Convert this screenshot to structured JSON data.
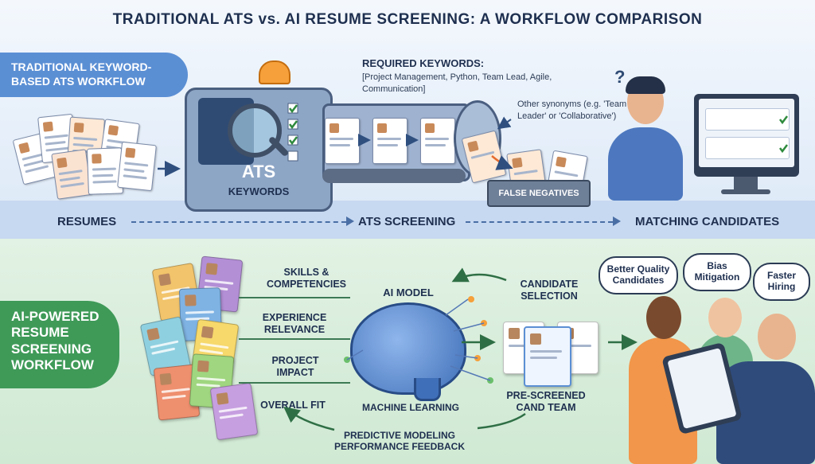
{
  "title": "TRADITIONAL ATS vs. AI RESUME SCREENING: A WORKFLOW COMPARISON",
  "traditional": {
    "section_label": "TRADITIONAL KEYWORD-BASED ATS WORKFLOW",
    "machine_label": "ATS",
    "machine_sublabel": "KEYWORDS",
    "keywords_title": "REQUIRED KEYWORDS:",
    "keywords_list": "[Project Management, Python, Team Lead, Agile, Communication]",
    "synonyms_note": "Other synonyms (e.g. 'Team Leader' or 'Collaborative')",
    "rejected_tray": "FALSE NEGATIVES",
    "stages": [
      "RESUMES",
      "ATS SCREENING",
      "MATCHING CANDIDATES"
    ]
  },
  "ai": {
    "section_label": "AI-POWERED RESUME SCREENING WORKFLOW",
    "criteria": [
      "SKILLS & COMPETENCIES",
      "EXPERIENCE RELEVANCE",
      "PROJECT IMPACT",
      "OVERALL FIT"
    ],
    "model_label": "AI MODEL",
    "ml_label": "MACHINE LEARNING",
    "candidate_selection": "CANDIDATE SELECTION",
    "prescreened": "PRE-SCREENED CAND TEAM",
    "feedback": "PREDICTIVE MODELING PERFORMANCE FEEDBACK",
    "benefits": [
      "Better Quality Candidates",
      "Bias Mitigation",
      "Faster Hiring"
    ]
  },
  "colors": {
    "traditional_accent": "#5b8fd4",
    "ai_accent": "#3f9a58",
    "title_text": "#1e2f4f"
  },
  "icons": [
    "magnifier-icon",
    "alarm-light-icon",
    "checkmark-icon",
    "question-mark-icon",
    "brain-icon"
  ]
}
